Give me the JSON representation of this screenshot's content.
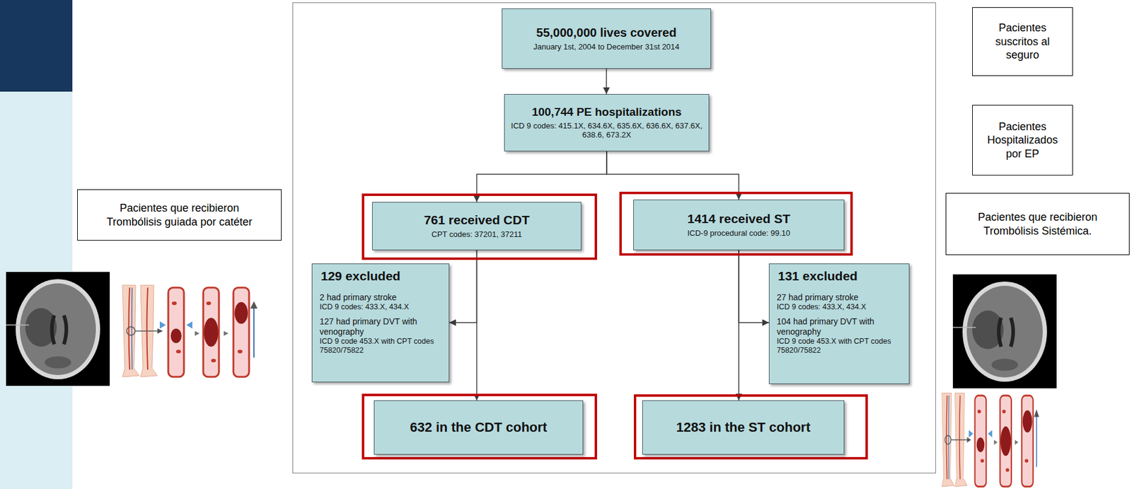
{
  "diagram": {
    "nodes": [
      {
        "text": [
          "55,000,000 lives covered",
          "January 1st, 2004 to December 31st 2014"
        ]
      },
      {
        "text": [
          "100,744 PE hospitalizations",
          "ICD 9 codes: 415.1X, 634.6X, 635.6X, 636.6X, 637.6X, 638.6, 673.2X"
        ]
      },
      {
        "text": [
          "761 received CDT",
          "CPT codes: 37201, 37211"
        ]
      },
      {
        "text": [
          "1414 received ST",
          "ICD-9 procedural code: 99.10"
        ]
      },
      {
        "text": [
          "129 excluded",
          "2 had primary stroke",
          "ICD 9 codes: 433.X, 434.X",
          "127 had primary DVT with venography",
          "ICD 9 code 453.X with CPT codes 75820/75822"
        ]
      },
      {
        "text": [
          "131 excluded",
          "27 had primary stroke",
          "ICD 9 codes: 433.X, 434.X",
          "104 had primary DVT with venography",
          "ICD 9 code 453.X with CPT codes 75820/75822"
        ]
      },
      {
        "text": [
          "632 in the CDT cohort"
        ]
      },
      {
        "text": [
          "1283 in the ST cohort"
        ]
      },
      {
        "text": [
          "Pacientes suscritos al seguro"
        ]
      },
      {
        "text": [
          "Pacientes Hospitalizados por EP"
        ]
      },
      {
        "text": [
          "Pacientes que recibieron Trombólisis guiada por catéter"
        ]
      },
      {
        "text": [
          "Pacientes que recibieron Trombólisis Sistémica."
        ]
      }
    ],
    "edges": [
      {
        "from": 0,
        "to": 1,
        "arrow": "to"
      },
      {
        "from": 1,
        "to": 2,
        "arrow": "to"
      },
      {
        "from": 1,
        "to": 3,
        "arrow": "to"
      },
      {
        "from": 2,
        "to": 6,
        "arrow": "to"
      },
      {
        "from": 2,
        "to": 4,
        "arrow": "to"
      },
      {
        "from": 3,
        "to": 7,
        "arrow": "to"
      },
      {
        "from": 3,
        "to": 5,
        "arrow": "to"
      }
    ]
  }
}
